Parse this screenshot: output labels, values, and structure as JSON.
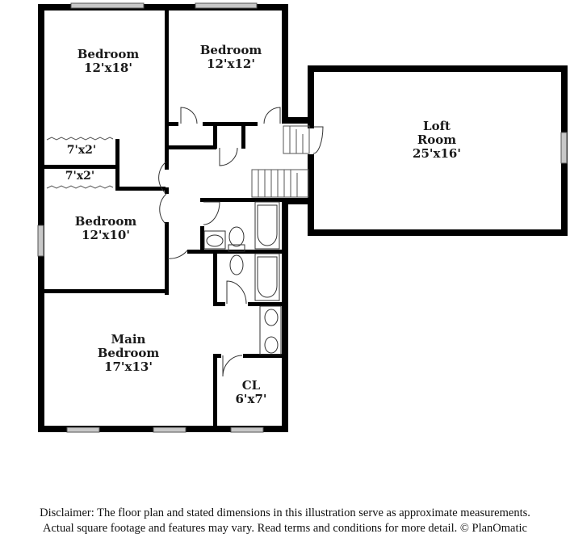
{
  "floorplan": {
    "rooms": [
      {
        "id": "bedroom-1",
        "name": "Bedroom",
        "dimensions": "12'x18'"
      },
      {
        "id": "bedroom-2",
        "name": "Bedroom",
        "dimensions": "12'x12'"
      },
      {
        "id": "closet-a",
        "name": "",
        "dimensions": "7'x2'"
      },
      {
        "id": "closet-b",
        "name": "",
        "dimensions": "7'x2'"
      },
      {
        "id": "bedroom-3",
        "name": "Bedroom",
        "dimensions": "12'x10'"
      },
      {
        "id": "loft-room",
        "name_line1": "Loft",
        "name_line2": "Room",
        "dimensions": "25'x16'"
      },
      {
        "id": "main-bedroom",
        "name_line1": "Main",
        "name_line2": "Bedroom",
        "dimensions": "17'x13'"
      },
      {
        "id": "closet-main",
        "name": "CL",
        "dimensions": "6'x7'"
      }
    ],
    "colors": {
      "wall": "#000000",
      "window_fill": "#c8c8c8",
      "fixture_line": "#333333",
      "background": "#ffffff"
    }
  },
  "disclaimer": {
    "line1": "Disclaimer: The floor plan and stated dimensions in this illustration serve as approximate measurements.",
    "line2": "Actual square footage and features may vary. Read terms and conditions for more detail. © PlanOmatic"
  }
}
